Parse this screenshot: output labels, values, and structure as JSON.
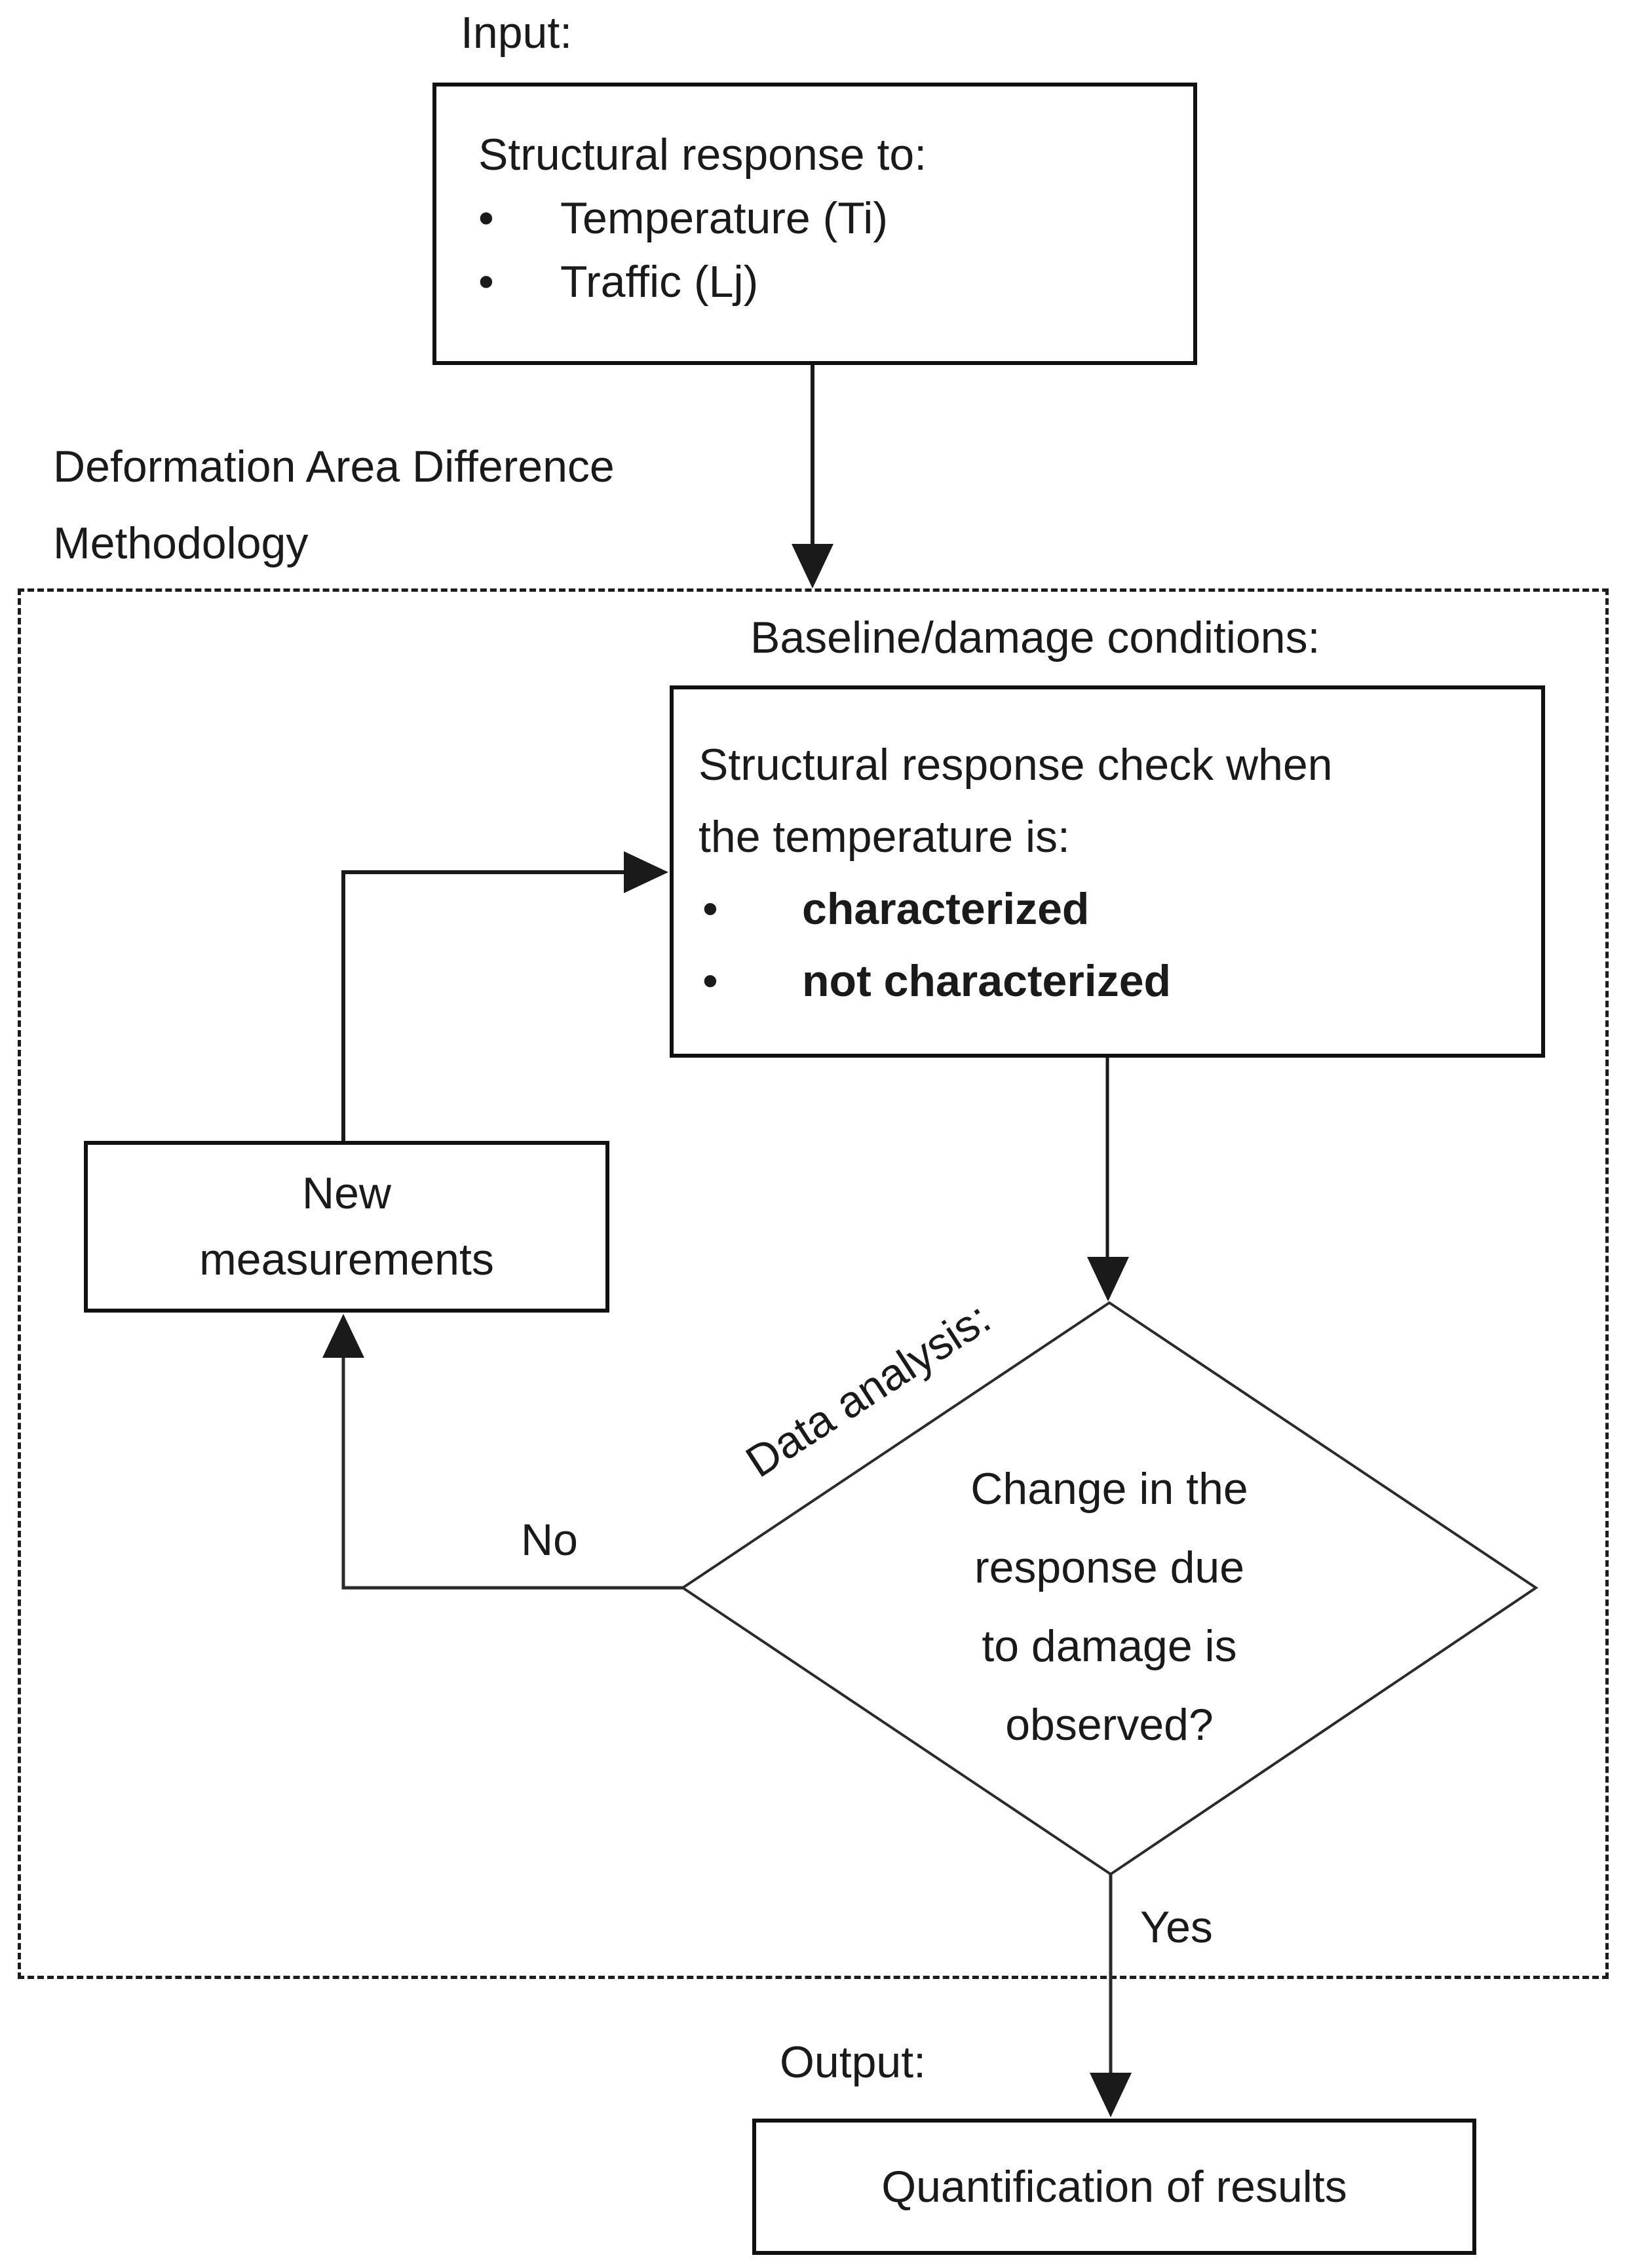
{
  "diagram": {
    "input_label": "Input:",
    "input_box": {
      "title": "Structural response to:",
      "bullets": [
        "Temperature (Ti)",
        "Traffic (Lj)"
      ]
    },
    "methodology_label_lines": [
      "Deformation Area Difference",
      "Methodology"
    ],
    "baseline_label": "Baseline/damage conditions:",
    "baseline_box": {
      "lines": [
        "Structural response check when",
        "the temperature is:"
      ],
      "bullets": [
        "characterized",
        "not characterized"
      ]
    },
    "new_measurements_box": {
      "lines": [
        "New",
        "measurements"
      ]
    },
    "decision_label": "Data analysis:",
    "decision_diamond": {
      "lines": [
        "Change in the",
        "response due",
        "to damage is",
        "observed?"
      ]
    },
    "no_label": "No",
    "yes_label": "Yes",
    "output_label": "Output:",
    "output_box": {
      "label": "Quantification of results"
    },
    "colors": {
      "ink": "#1a1a1a",
      "background": "#ffffff"
    }
  }
}
